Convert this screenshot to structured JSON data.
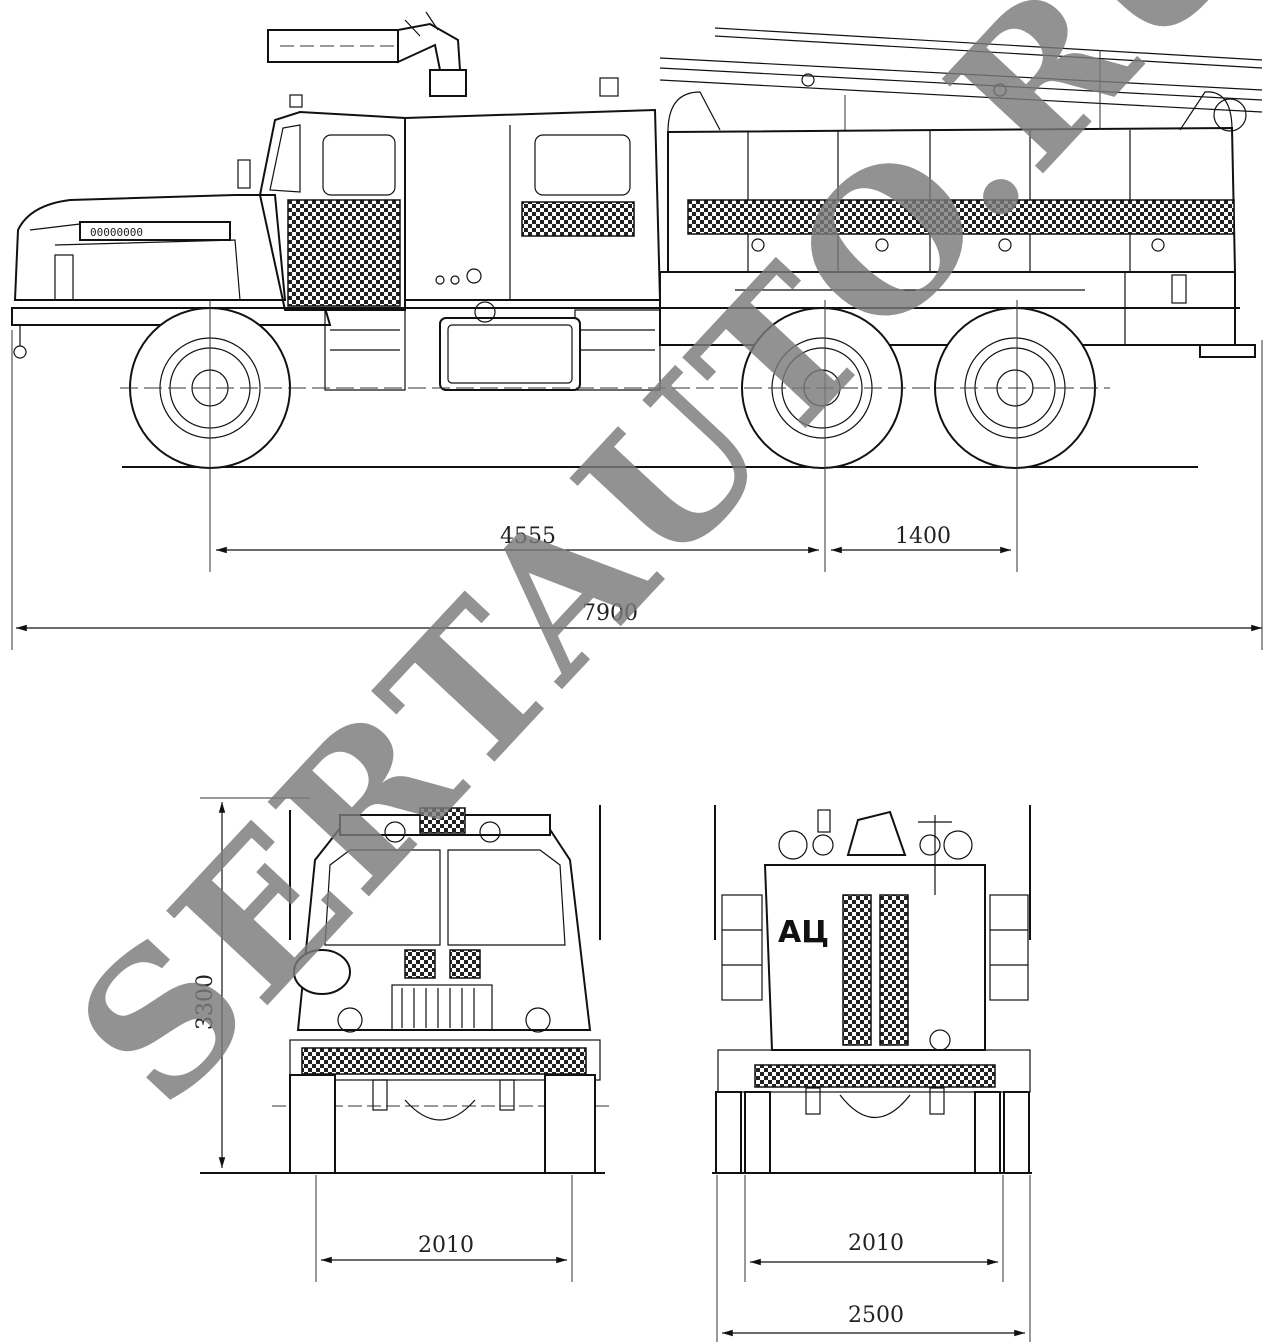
{
  "watermark": "SERTAUTO.RU",
  "side_view": {
    "model_plate": "00000000"
  },
  "rear_view": {
    "tank_label": "АЦ"
  },
  "dimensions": {
    "wheelbase_front": "4555",
    "wheelbase_rear": "1400",
    "overall_length": "7900",
    "height": "3300",
    "front_track": "2010",
    "rear_track": "2010",
    "overall_width": "2500"
  }
}
